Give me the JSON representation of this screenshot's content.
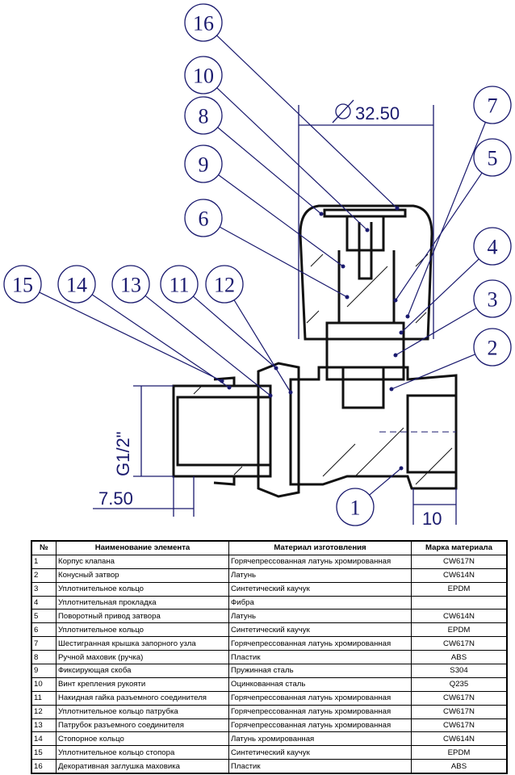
{
  "drawing": {
    "callouts": [
      "16",
      "10",
      "8",
      "9",
      "6",
      "7",
      "5",
      "4",
      "3",
      "2",
      "1",
      "15",
      "14",
      "13",
      "11",
      "12"
    ],
    "dimensions": {
      "diameter": "32.50",
      "thread": "G1/2\"",
      "left_offset": "7.50",
      "right_offset": "10"
    },
    "line_color": "#1a1a6e"
  },
  "table": {
    "headers": [
      "№",
      "Наименование элемента",
      "Материал изготовления",
      "Марка материала"
    ],
    "rows": [
      [
        "1",
        "Корпус клапана",
        "Горячепрессованная латунь хромированная",
        "CW617N"
      ],
      [
        "2",
        "Конусный затвор",
        "Латунь",
        "CW614N"
      ],
      [
        "3",
        "Уплотнительное кольцо",
        "Синтетический каучук",
        "EPDM"
      ],
      [
        "4",
        "Уплотнительная прокладка",
        "Фибра",
        ""
      ],
      [
        "5",
        "Поворотный привод затвора",
        "Латунь",
        "CW614N"
      ],
      [
        "6",
        "Уплотнительное кольцо",
        "Синтетический каучук",
        "EPDM"
      ],
      [
        "7",
        "Шестигранная крышка запорного узла",
        "Горячепрессованная латунь хромированная",
        "CW617N"
      ],
      [
        "8",
        "Ручной маховик (ручка)",
        "Пластик",
        "ABS"
      ],
      [
        "9",
        "Фиксирующая скоба",
        "Пружинная сталь",
        "S304"
      ],
      [
        "10",
        "Винт крепления рукояти",
        "Оцинкованная сталь",
        "Q235"
      ],
      [
        "11",
        "Накидная гайка разъемного соединителя",
        "Горячепрессованная латунь хромированная",
        "CW617N"
      ],
      [
        "12",
        "Уплотнительное кольцо патрубка",
        "Горячепрессованная латунь хромированная",
        "CW617N"
      ],
      [
        "13",
        "Патрубок разъемного соединителя",
        "Горячепрессованная латунь хромированная",
        "CW617N"
      ],
      [
        "14",
        "Стопорное кольцо",
        "Латунь хромированная",
        "CW614N"
      ],
      [
        "15",
        "Уплотнительное кольцо стопора",
        "Синтетический каучук",
        "EPDM"
      ],
      [
        "16",
        "Декоративная заглушка маховика",
        "Пластик",
        "ABS"
      ]
    ]
  }
}
